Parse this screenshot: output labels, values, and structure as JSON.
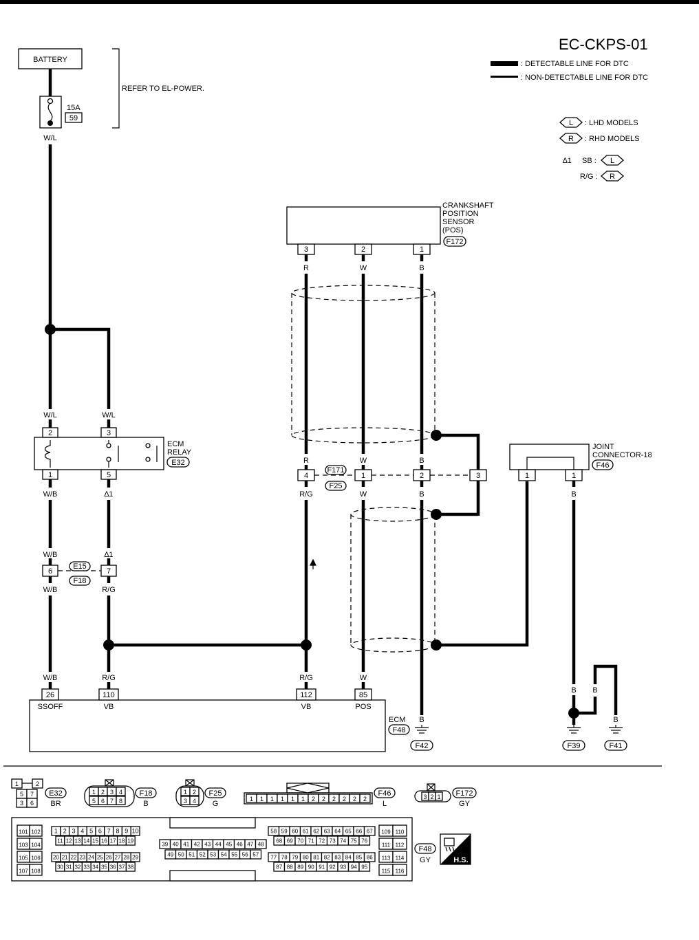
{
  "diagram_id": "EC-CKPS-01",
  "legend": {
    "detectable": ": DETECTABLE LINE FOR DTC",
    "non_detectable": ": NON-DETECTABLE LINE FOR DTC",
    "lhd_tag": "L",
    "lhd_text": ": LHD MODELS",
    "rhd_tag": "R",
    "rhd_text": ": RHD MODELS",
    "star1": "∆1",
    "sb": "SB :",
    "rg": "R/G :"
  },
  "battery": {
    "label": "BATTERY",
    "fuse_amp": "15A",
    "fuse_no": "59",
    "ref": "REFER TO EL-POWER."
  },
  "sensor": {
    "name_lines": [
      "CRANKSHAFT",
      "POSITION",
      "SENSOR",
      "(POS)"
    ],
    "connector": "F172",
    "pins": [
      "3",
      "2",
      "1"
    ],
    "wires": [
      "R",
      "W",
      "B"
    ]
  },
  "relay": {
    "name_lines": [
      "ECM",
      "RELAY"
    ],
    "connector": "E32",
    "pins_top": [
      "2",
      "3"
    ],
    "pins_bottom": [
      "1",
      "5"
    ],
    "wires_top": [
      "W/L",
      "W/L"
    ],
    "wires_bottom": [
      "W/B",
      "∆1"
    ]
  },
  "battery_wire": "W/L",
  "harness_e15": {
    "top_conn": "E15",
    "bottom_conn": "F18",
    "pins": [
      "6",
      "7"
    ],
    "wires_top": [
      "W/B",
      "∆1"
    ],
    "wires_bottom": [
      "W/B",
      "R/G"
    ]
  },
  "harness_f171": {
    "top_conn": "F171",
    "bottom_conn": "F25",
    "pins": [
      "4",
      "1",
      "2",
      "3"
    ],
    "wires_top": [
      "R",
      "W",
      "B"
    ],
    "wires_bottom": [
      "R/G",
      "W",
      "B"
    ]
  },
  "joint": {
    "name_lines": [
      "JOINT",
      "CONNECTOR-18"
    ],
    "connector": "F46",
    "pins": [
      "1",
      "1"
    ],
    "wire": "B"
  },
  "ecm": {
    "name": "ECM",
    "connector": "F48",
    "pins": [
      "26",
      "110",
      "112",
      "85"
    ],
    "pin_names": [
      "SSOFF",
      "VB",
      "VB",
      "POS"
    ],
    "wires": [
      "W/B",
      "R/G",
      "R/G",
      "W"
    ],
    "ground_wire": "B",
    "ground": "F42"
  },
  "grounds": {
    "wires": [
      "B",
      "B",
      "B"
    ],
    "labels": [
      "F39",
      "F41"
    ]
  },
  "connector_views": {
    "e32": {
      "id": "E32",
      "color": "BR",
      "cells": [
        "1",
        "2",
        "5",
        "7",
        "3",
        "6"
      ]
    },
    "f18": {
      "id": "F18",
      "color": "B",
      "cells": [
        "1",
        "2",
        "3",
        "4",
        "5",
        "6",
        "7",
        "8"
      ]
    },
    "f25": {
      "id": "F25",
      "color": "G",
      "cells": [
        "1",
        "2",
        "3",
        "4"
      ]
    },
    "f46": {
      "id": "F46",
      "color": "L",
      "cells": [
        "1",
        "1",
        "1",
        "1",
        "1",
        "1",
        "2",
        "2",
        "2",
        "2",
        "2",
        "2"
      ]
    },
    "f172": {
      "id": "F172",
      "color": "GY",
      "cells": [
        "3",
        "2",
        "1"
      ]
    },
    "f48": {
      "id": "F48",
      "color": "GY",
      "hs": "H.S."
    }
  }
}
